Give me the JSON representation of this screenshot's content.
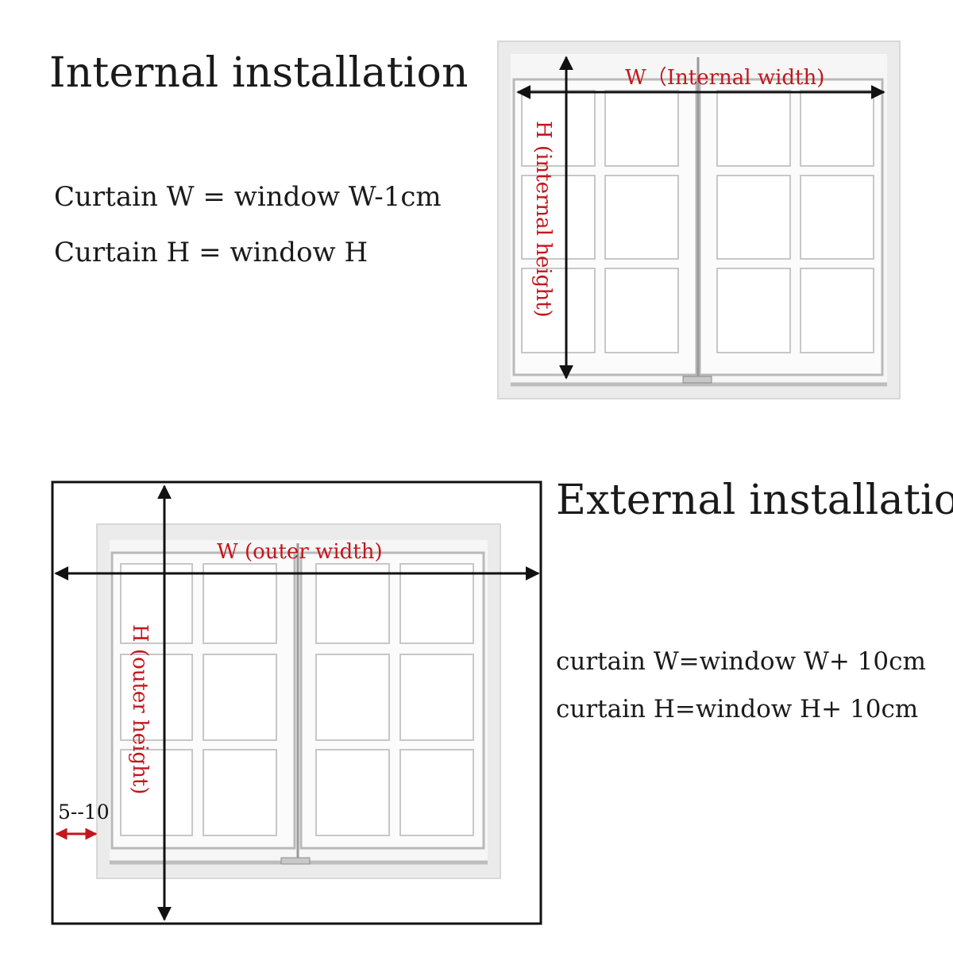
{
  "internal": {
    "heading": "Internal installation",
    "formula_width": "Curtain W = window W-1cm",
    "formula_height": "Curtain H = window H",
    "label_width": "W（Internal width)",
    "label_height": "H (internal height)"
  },
  "external": {
    "heading": "External installation",
    "formula_width": "curtain W=window W+ 10cm",
    "formula_height": "curtain H=window H+ 10cm",
    "label_width": "W (outer width)",
    "label_height": "H (outer height)",
    "margin_label": "5--10"
  },
  "colors": {
    "label_red": "#c4161c",
    "frame_gray": "#e6e6e6",
    "sash_white": "#fbfbfb",
    "glass": "#ffffff",
    "arrow": "#111111"
  }
}
